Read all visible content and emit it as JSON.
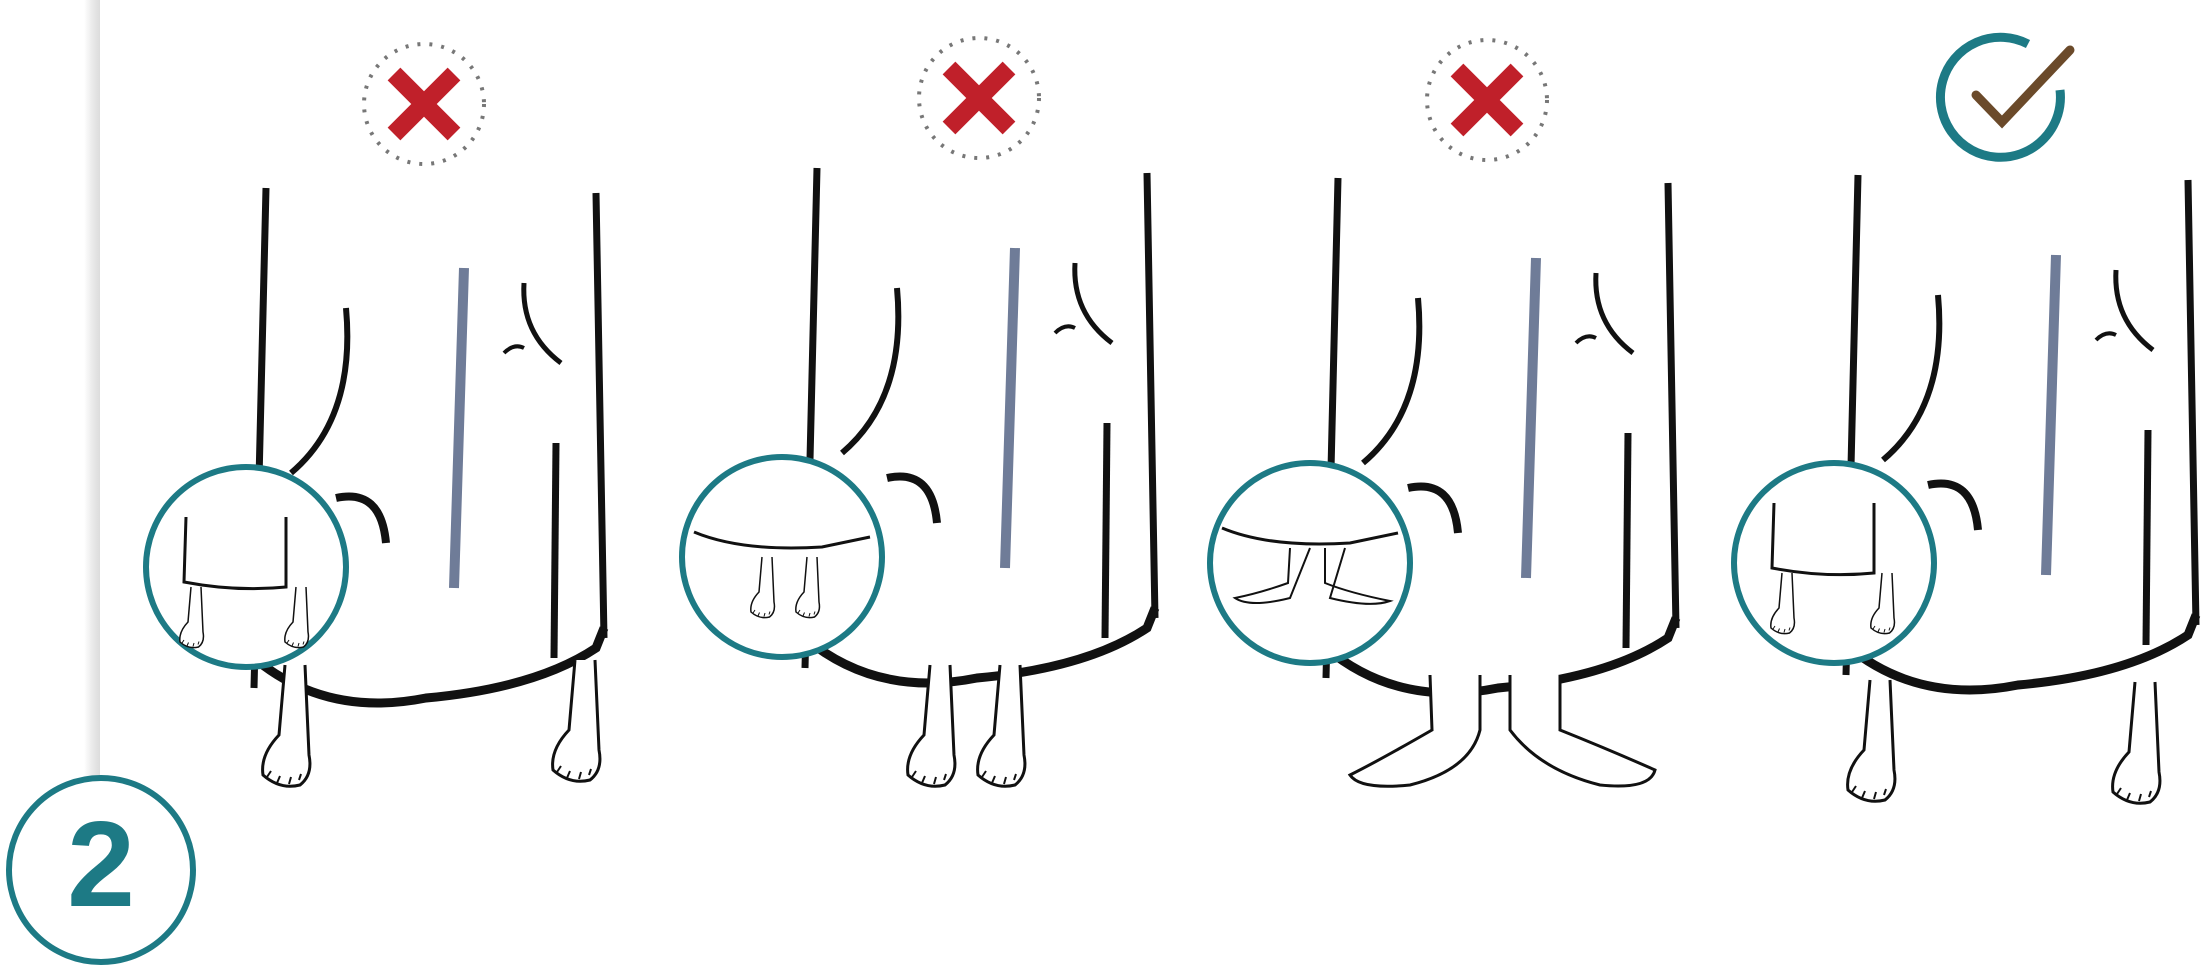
{
  "step": {
    "number": "2",
    "color": "#1d7a85"
  },
  "colors": {
    "wrong": "#c0202a",
    "correct_ring": "#1d7a85",
    "correct_tick": "#6b4a2a",
    "fold_shade": "#6f7c98",
    "ink": "#111111"
  },
  "panels": [
    {
      "id": "too-short",
      "verdict": "incorrect",
      "icon": "x-mark-icon"
    },
    {
      "id": "ankle-length",
      "verdict": "incorrect",
      "icon": "x-mark-icon"
    },
    {
      "id": "feet-spread",
      "verdict": "incorrect",
      "icon": "x-mark-icon"
    },
    {
      "id": "correct",
      "verdict": "correct",
      "icon": "check-mark-icon"
    }
  ]
}
